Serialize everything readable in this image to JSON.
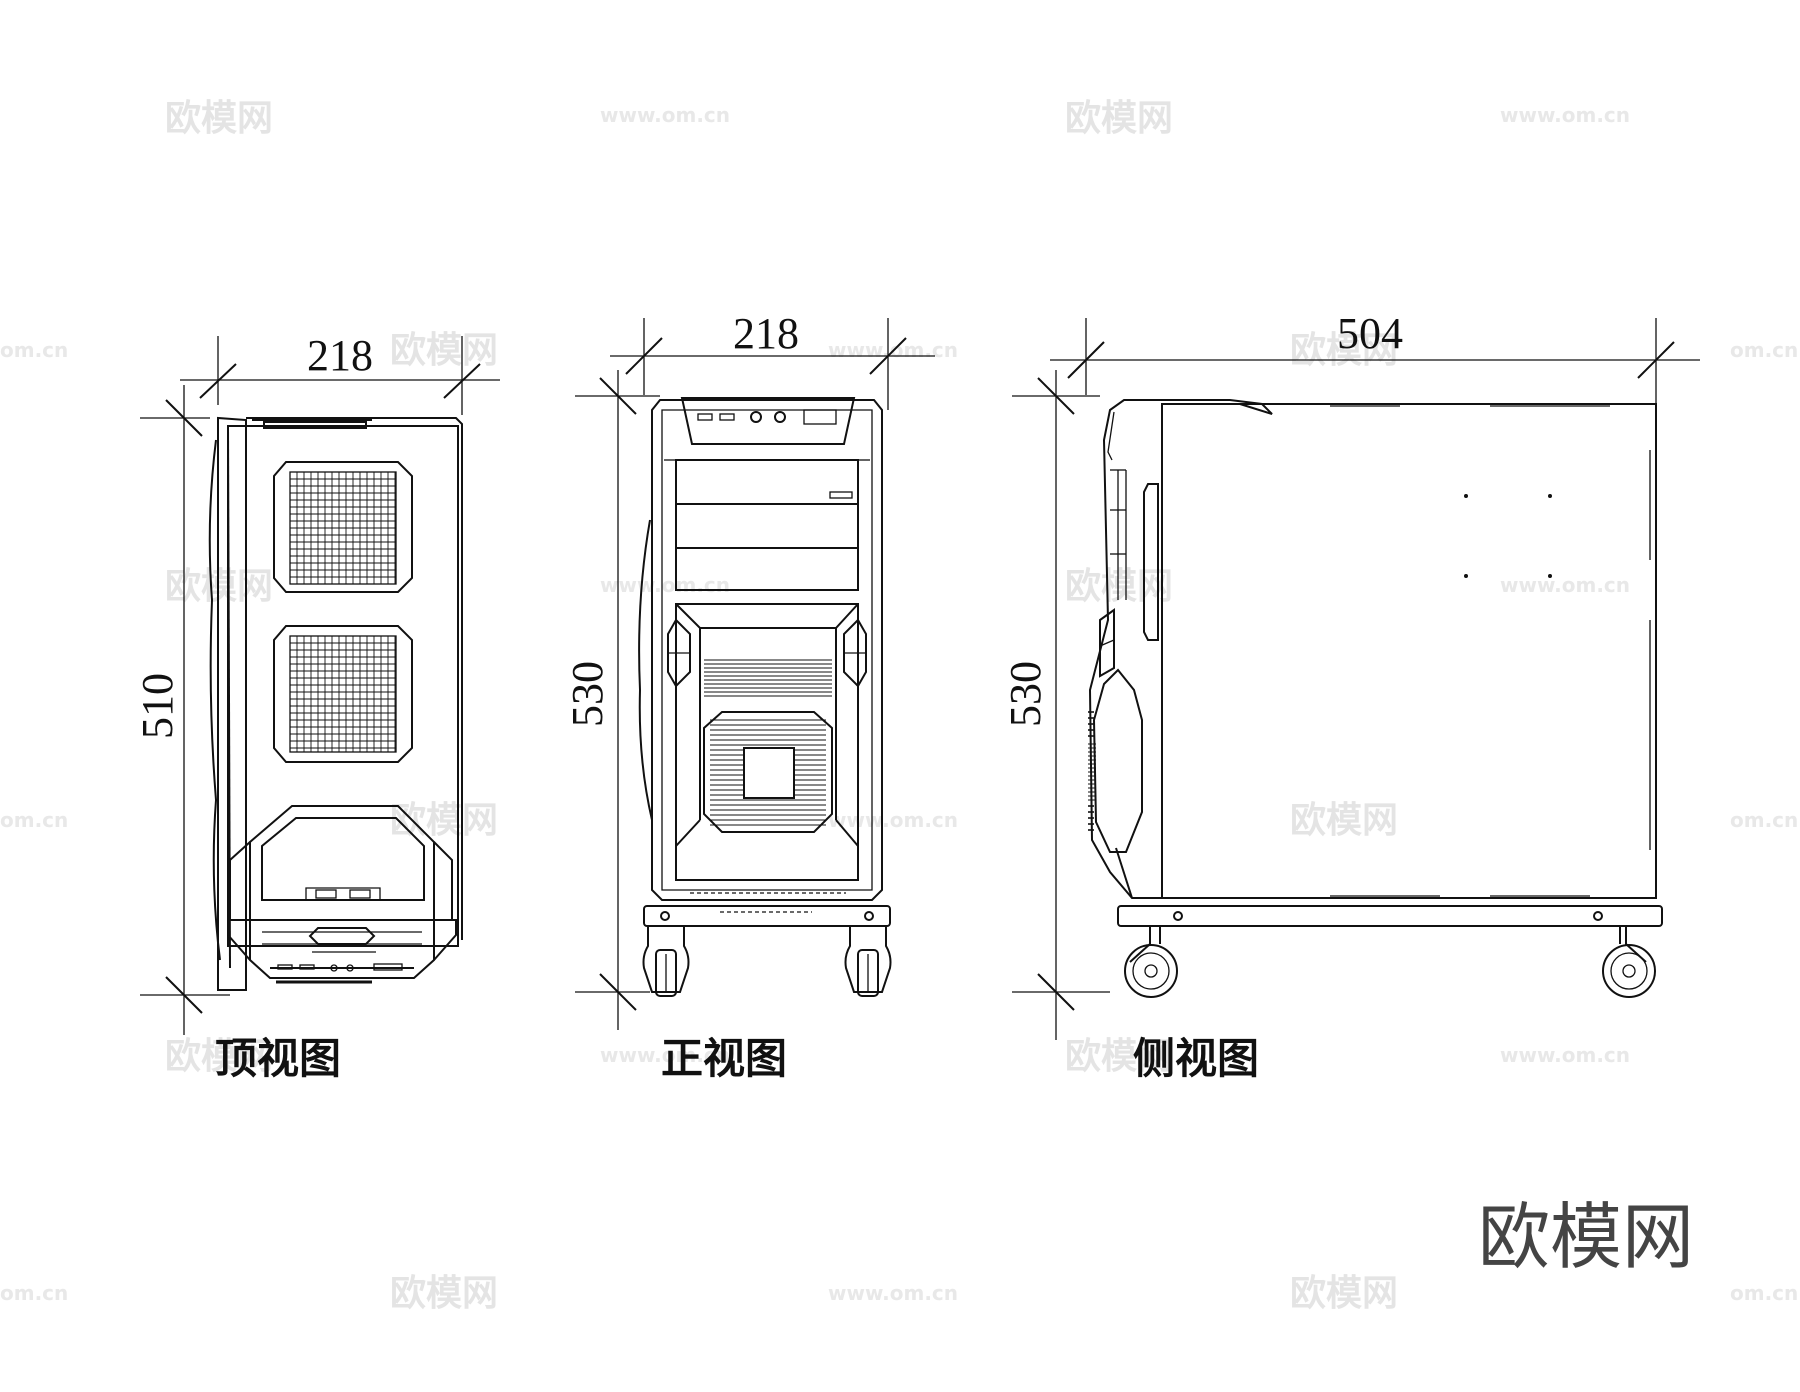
{
  "drawing": {
    "views": [
      {
        "id": "top",
        "caption": "顶视图",
        "width_dim": "218",
        "height_dim": "510"
      },
      {
        "id": "front",
        "caption": "正视图",
        "width_dim": "218",
        "height_dim": "530"
      },
      {
        "id": "side",
        "caption": "侧视图",
        "width_dim": "504",
        "height_dim": "530"
      }
    ],
    "watermark_brand": "欧模网",
    "watermark_url": "www.om.cn",
    "watermark_url_partial": "om.cn",
    "brand_logo": "欧模网"
  },
  "colors": {
    "line": "#111111",
    "watermark": "#e4e4e4",
    "brand": "#444444"
  }
}
